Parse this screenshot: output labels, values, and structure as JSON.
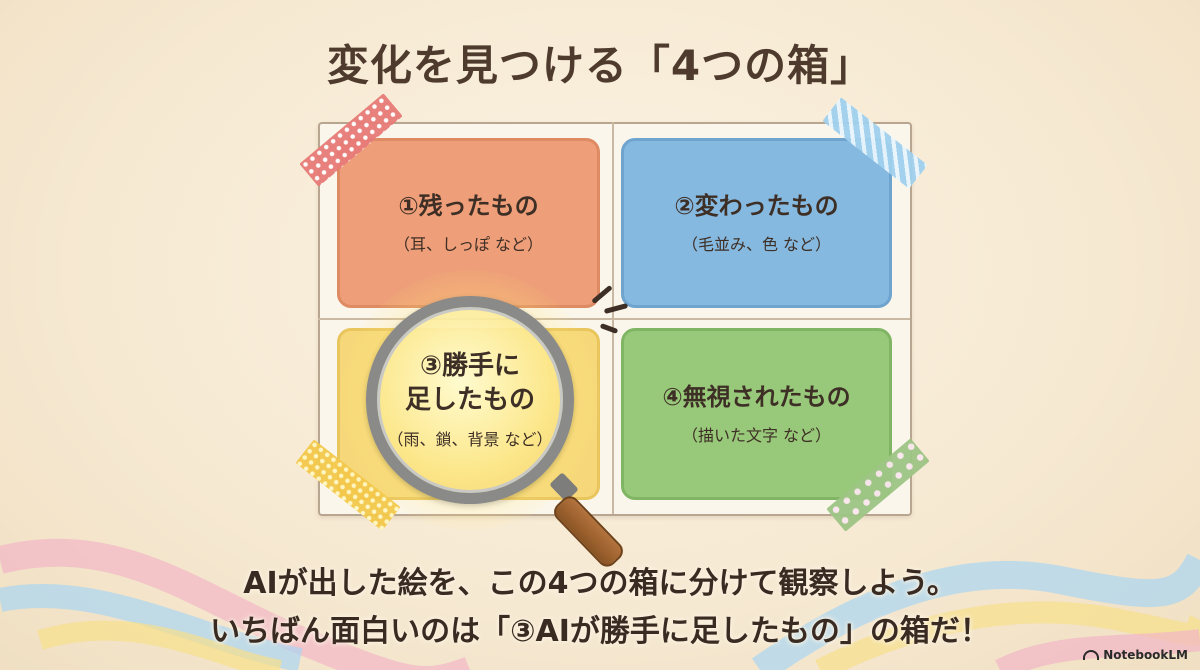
{
  "title": "変化を見つける「4つの箱」",
  "boxes": [
    {
      "name": "①残ったもの",
      "examples": "（耳、しっぽ など）",
      "color": "#ee9e78"
    },
    {
      "name": "②変わったもの",
      "examples": "（毛並み、色 など）",
      "color": "#86b9df"
    },
    {
      "name_line1": "③勝手に",
      "name_line2": "足したもの",
      "examples": "（雨、鎖、背景 など）",
      "color": "#f6d87a"
    },
    {
      "name": "④無視されたもの",
      "examples": "（描いた文字 など）",
      "color": "#98c879"
    }
  ],
  "caption": {
    "line1": "AIが出した絵を、この4つの箱に分けて観察しよう。",
    "line2": "いちばん面白いのは「③AIが勝手に足したもの」の箱だ！"
  },
  "brand": "NotebookLM",
  "icons": [
    "magnifying-glass-icon",
    "notebooklm-logo-icon"
  ]
}
